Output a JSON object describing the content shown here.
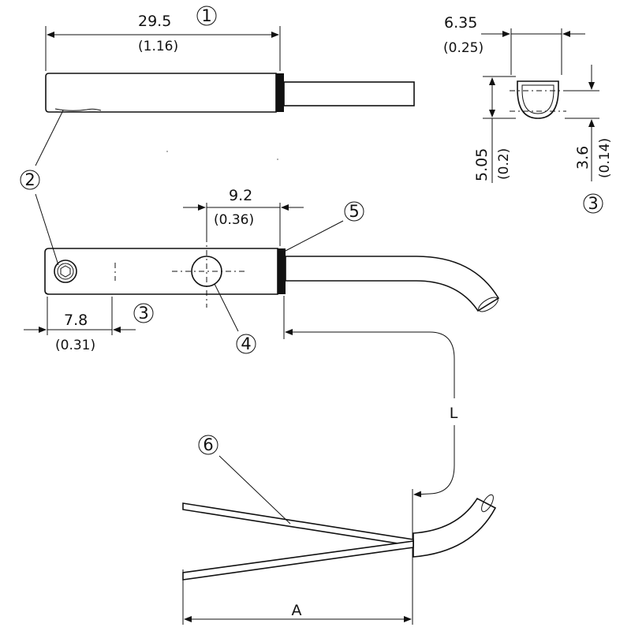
{
  "dimensions": {
    "length_mm": "29.5",
    "length_in": "(1.16)",
    "width_mm": "6.35",
    "width_in": "(0.25)",
    "height_mm": "5.05",
    "height_in": "(0.2)",
    "depth_mm": "3.6",
    "depth_in": "(0.14)",
    "hole_dist_mm": "9.2",
    "hole_dist_in": "(0.36)",
    "screw_dist_mm": "7.8",
    "screw_dist_in": "(0.31)",
    "cable_length": "L",
    "lead_length": "A"
  },
  "callouts": {
    "c1": "1",
    "c2": "2",
    "c3a": "3",
    "c3b": "3",
    "c4": "4",
    "c5": "5",
    "c6": "6"
  }
}
